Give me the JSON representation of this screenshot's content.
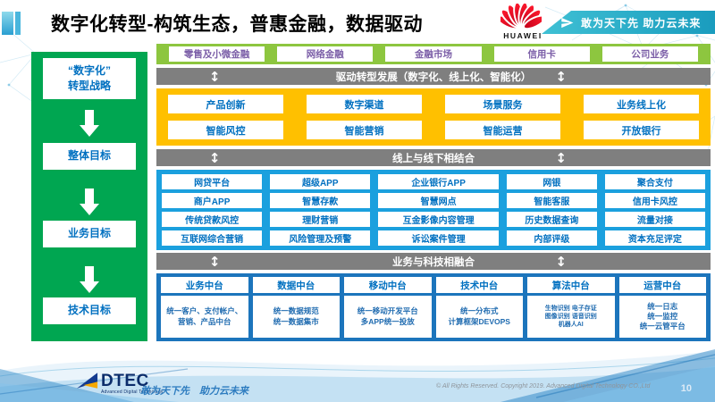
{
  "slide": {
    "title": "数字化转型-构筑生态，普惠金融，数据驱动",
    "huawei": {
      "brand": "HUAWEI",
      "slogan": "敢为天下先 助力云未来"
    }
  },
  "icons": {
    "updown": "↕"
  },
  "sidebar": {
    "items": [
      "“数字化”\n转型战略",
      "整体目标",
      "业务目标",
      "技术目标"
    ]
  },
  "main": {
    "business_segments": [
      "零售及小微金融",
      "网络金融",
      "金融市场",
      "信用卡",
      "公司业务"
    ],
    "banner_drive": "驱动转型发展（数字化、线上化、智能化）",
    "transform_items": [
      "产品创新",
      "数字渠道",
      "场景服务",
      "业务线上化",
      "智能风控",
      "智能营销",
      "智能运营",
      "开放银行"
    ],
    "banner_online_offline": "线上与线下相结合",
    "capability_items": [
      "网贷平台",
      "超级APP",
      "企业银行APP",
      "网银",
      "聚合支付",
      "商户APP",
      "智慧存款",
      "智慧网点",
      "智能客服",
      "信用卡风控",
      "传统贷款风控",
      "理财营销",
      "互金影像内容管理",
      "历史数据查询",
      "流量对接",
      "互联网综合营销",
      "风险管理及预警",
      "诉讼案件管理",
      "内部评级",
      "资本充足评定"
    ],
    "banner_tech_fusion": "业务与科技相融合",
    "platforms": [
      {
        "title": "业务中台",
        "content": "统一客户、支付帐户、营销、产品中台"
      },
      {
        "title": "数据中台",
        "content": "统一数据规范\n统一数据集市"
      },
      {
        "title": "移动中台",
        "content": "统一移动开发平台\n多APP统一投放"
      },
      {
        "title": "技术中台",
        "content": "统一分布式\n计算框架DEVOPS"
      },
      {
        "title": "算法中台",
        "content": "生物识别 电子存证\n图像识别 语音识别\n机器人AI"
      },
      {
        "title": "运营中台",
        "content": "统一日志\n统一监控\n统一云管平台"
      }
    ]
  },
  "footer": {
    "logo": {
      "text": "DTEC",
      "subtext": "Advanced Digital Technology"
    },
    "slogan": "敢为天下先　助力云未来",
    "copyright": "© All Rights Reserved. Copyright 2019. Advanced Digital Technology CO.,Ltd",
    "page": "10"
  },
  "colors": {
    "sidebar_green": "#00A651",
    "segment_green": "#8DC63F",
    "banner_gray": "#7F7F7F",
    "transform_yellow": "#FFC000",
    "capability_blue": "#1BA0DE",
    "platform_blue": "#1C75BC",
    "box_text_blue": "#0070C0",
    "segment_text_purple": "#7B5EA7",
    "huawei_red": "#E4001B",
    "ribbon_teal": "#29AEC6"
  }
}
